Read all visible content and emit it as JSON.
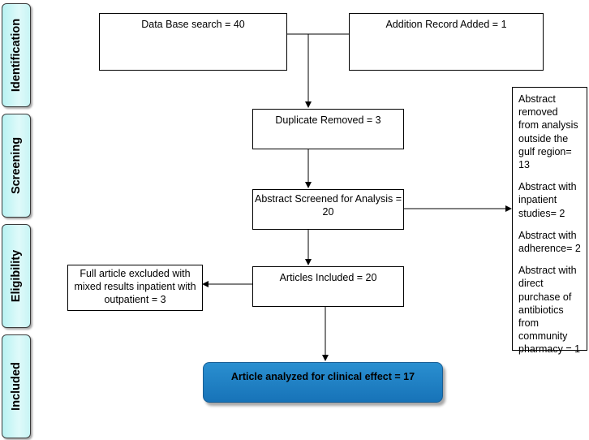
{
  "phases": {
    "identification": "Identification",
    "screening": "Screening",
    "eligibility": "Eligibility",
    "included": "Included"
  },
  "boxes": {
    "database_search": "Data Base search = 40",
    "additional_records": "Addition Record Added = 1",
    "duplicates_removed": "Duplicate Removed = 3",
    "abstract_screened_line1": "Abstract Screened for Analysis =",
    "abstract_screened_line2": "20",
    "articles_included": "Articles Included = 20",
    "full_excluded_line1": "Full article excluded with",
    "full_excluded_line2": "mixed results inpatient with",
    "full_excluded_line3": "outpatient = 3",
    "final_analyzed": "Article analyzed for clinical effect = 17"
  },
  "exclusions": [
    "Abstract removed from analysis outside the gulf region= 13",
    "Abstract with inpatient studies= 2",
    "Abstract with adherence= 2",
    "Abstract with direct purchase of antibiotics from community pharmacy = 1"
  ],
  "colors": {
    "phase_fill": "#c8f4f4",
    "final_box_fill": "#1e80c4"
  }
}
